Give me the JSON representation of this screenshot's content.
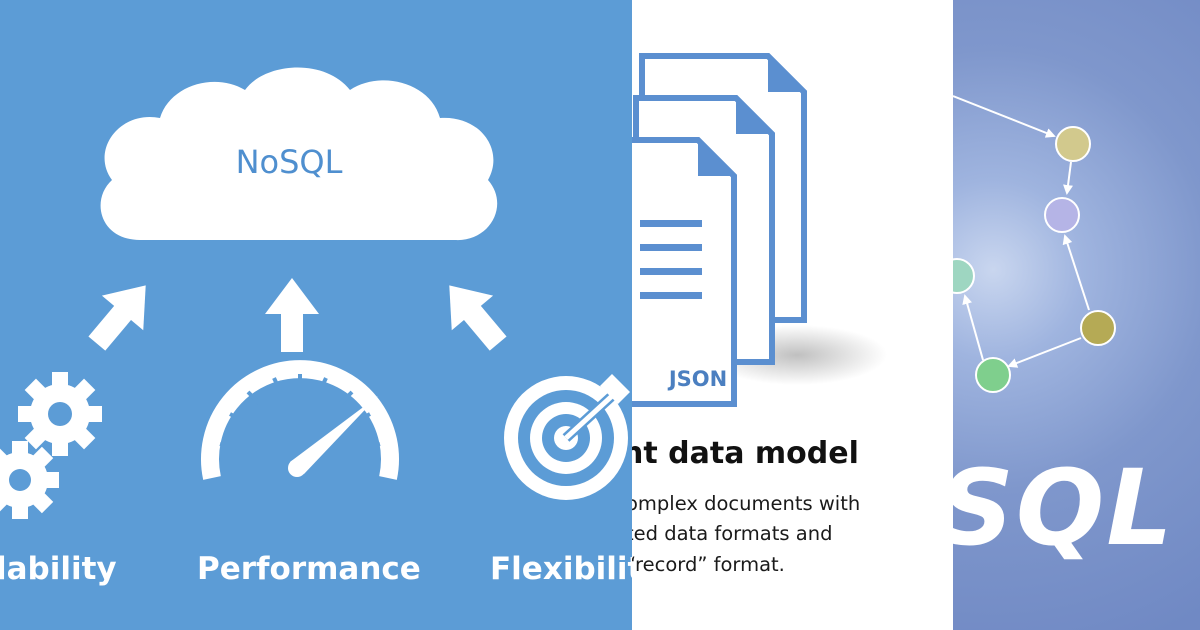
{
  "left_panel": {
    "cloud_label": "NoSQL",
    "labels": {
      "scalability": "lability",
      "performance": "Performance",
      "flexibility": "Flexibility"
    },
    "colors": {
      "background": "#5c9cd6",
      "foreground": "#ffffff"
    }
  },
  "middle_panel": {
    "file_tag": "JSON",
    "heading": "nt data model",
    "lines": [
      "omplex documents with",
      "ted data formats and",
      "“record” format."
    ],
    "colors": {
      "document_stroke": "#5b8fd0",
      "background": "#ffffff"
    }
  },
  "right_panel": {
    "title": "SQL",
    "node_colors": [
      "#d2c98d",
      "#b5b4e6",
      "#9ed6c1",
      "#b5aa55",
      "#7fcf8d"
    ]
  }
}
